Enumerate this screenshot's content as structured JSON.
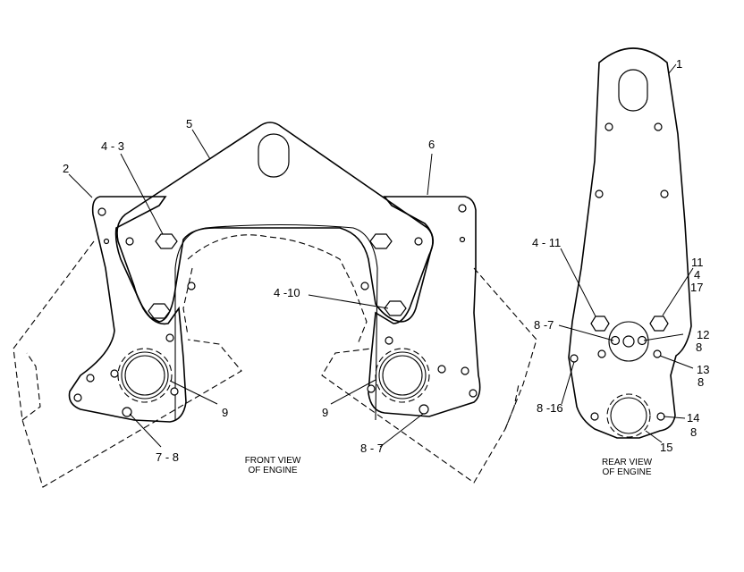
{
  "front_view": {
    "caption_line1": "FRONT VIEW",
    "caption_line2": "OF ENGINE",
    "labels": {
      "l5": "5",
      "l6": "6",
      "l2": "2",
      "l4_3": "4 - 3",
      "l4_10": "4 -10",
      "l9_left": "9",
      "l9_right": "9",
      "l7_8": "7 - 8",
      "l8_7": "8 - 7"
    }
  },
  "rear_view": {
    "caption_line1": "REAR VIEW",
    "caption_line2": "OF ENGINE",
    "labels": {
      "l1": "1",
      "l4_11": "4 - 11",
      "l11": "11",
      "l4": "4",
      "l17": "17",
      "l8_7": "8 -7",
      "l12": "12",
      "l8a": "8",
      "l13": "13",
      "l8b": "8",
      "l8_16": "8 -16",
      "l14": "14",
      "l8c": "8",
      "l15": "15"
    }
  }
}
